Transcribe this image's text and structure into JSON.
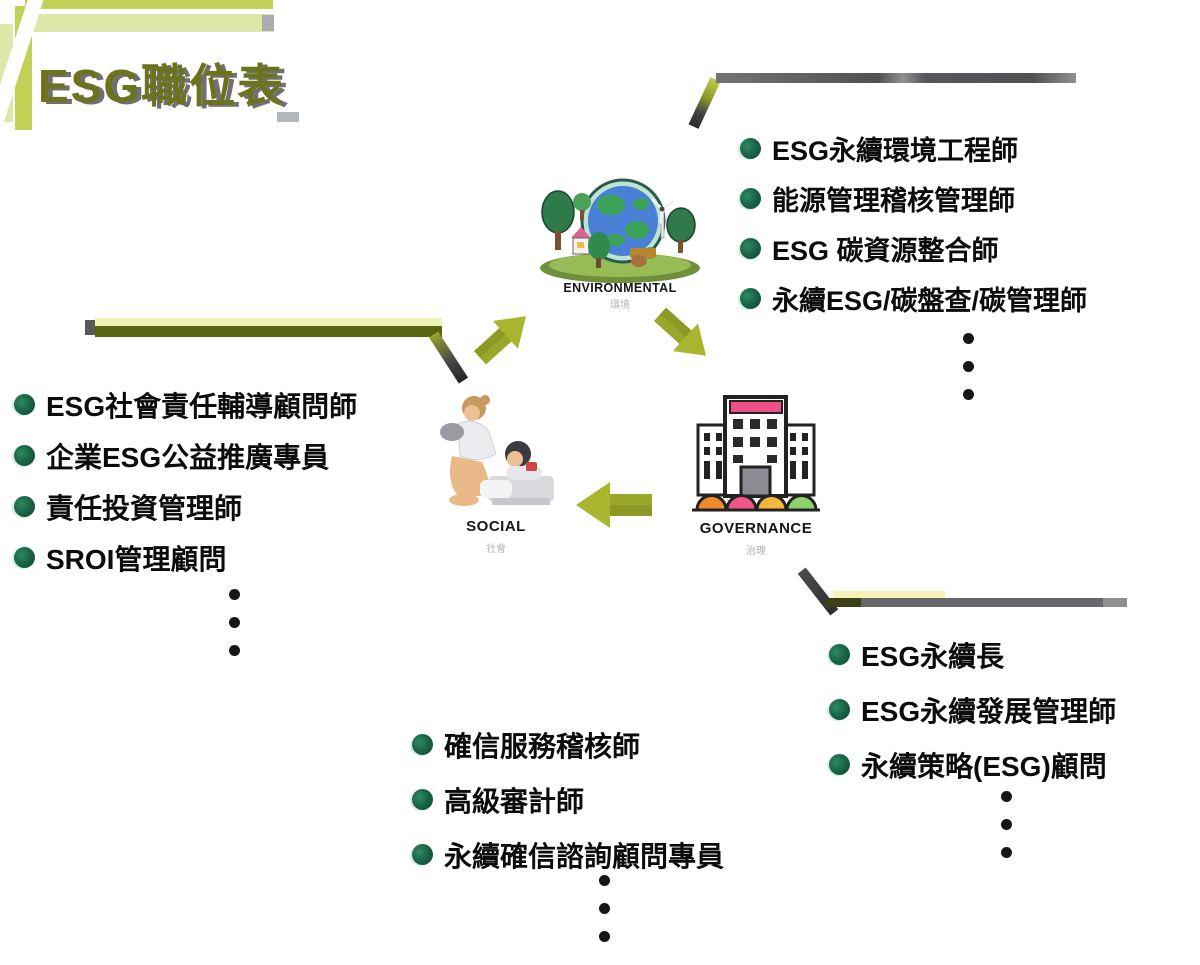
{
  "title": "ESG職位表",
  "categories": {
    "environmental": {
      "label": "ENVIRONMENTAL",
      "sublabel": "環境",
      "jobs": [
        "ESG永續環境工程師",
        "能源管理稽核管理師",
        "ESG 碳資源整合師",
        "永續ESG/碳盤查/碳管理師"
      ]
    },
    "social": {
      "label": "SOCIAL",
      "sublabel": "社會",
      "jobs": [
        "ESG社會責任輔導顧問師",
        "企業ESG公益推廣專員",
        "責任投資管理師",
        "SROI管理顧問"
      ]
    },
    "governance": {
      "label": "GOVERNANCE",
      "sublabel": "治理",
      "jobs": [
        "ESG永續長",
        "ESG永續發展管理師",
        "永續策略(ESG)顧問"
      ]
    },
    "assurance": {
      "jobs": [
        "確信服務稽核師",
        "高級審計師",
        "永續確信諮詢顧問專員"
      ]
    }
  },
  "colors": {
    "accent_chartreuse": "#a9b52f",
    "accent_olive_dark": "#8c9926",
    "bullet_green": "#175e42",
    "title_olive": "#6d731c",
    "divider_dark_gray": "#55575a",
    "divider_pale_yellow": "#f0f2b4",
    "corner_chartreuse": "#c2d257",
    "corner_pale_green": "#dde8a8"
  }
}
